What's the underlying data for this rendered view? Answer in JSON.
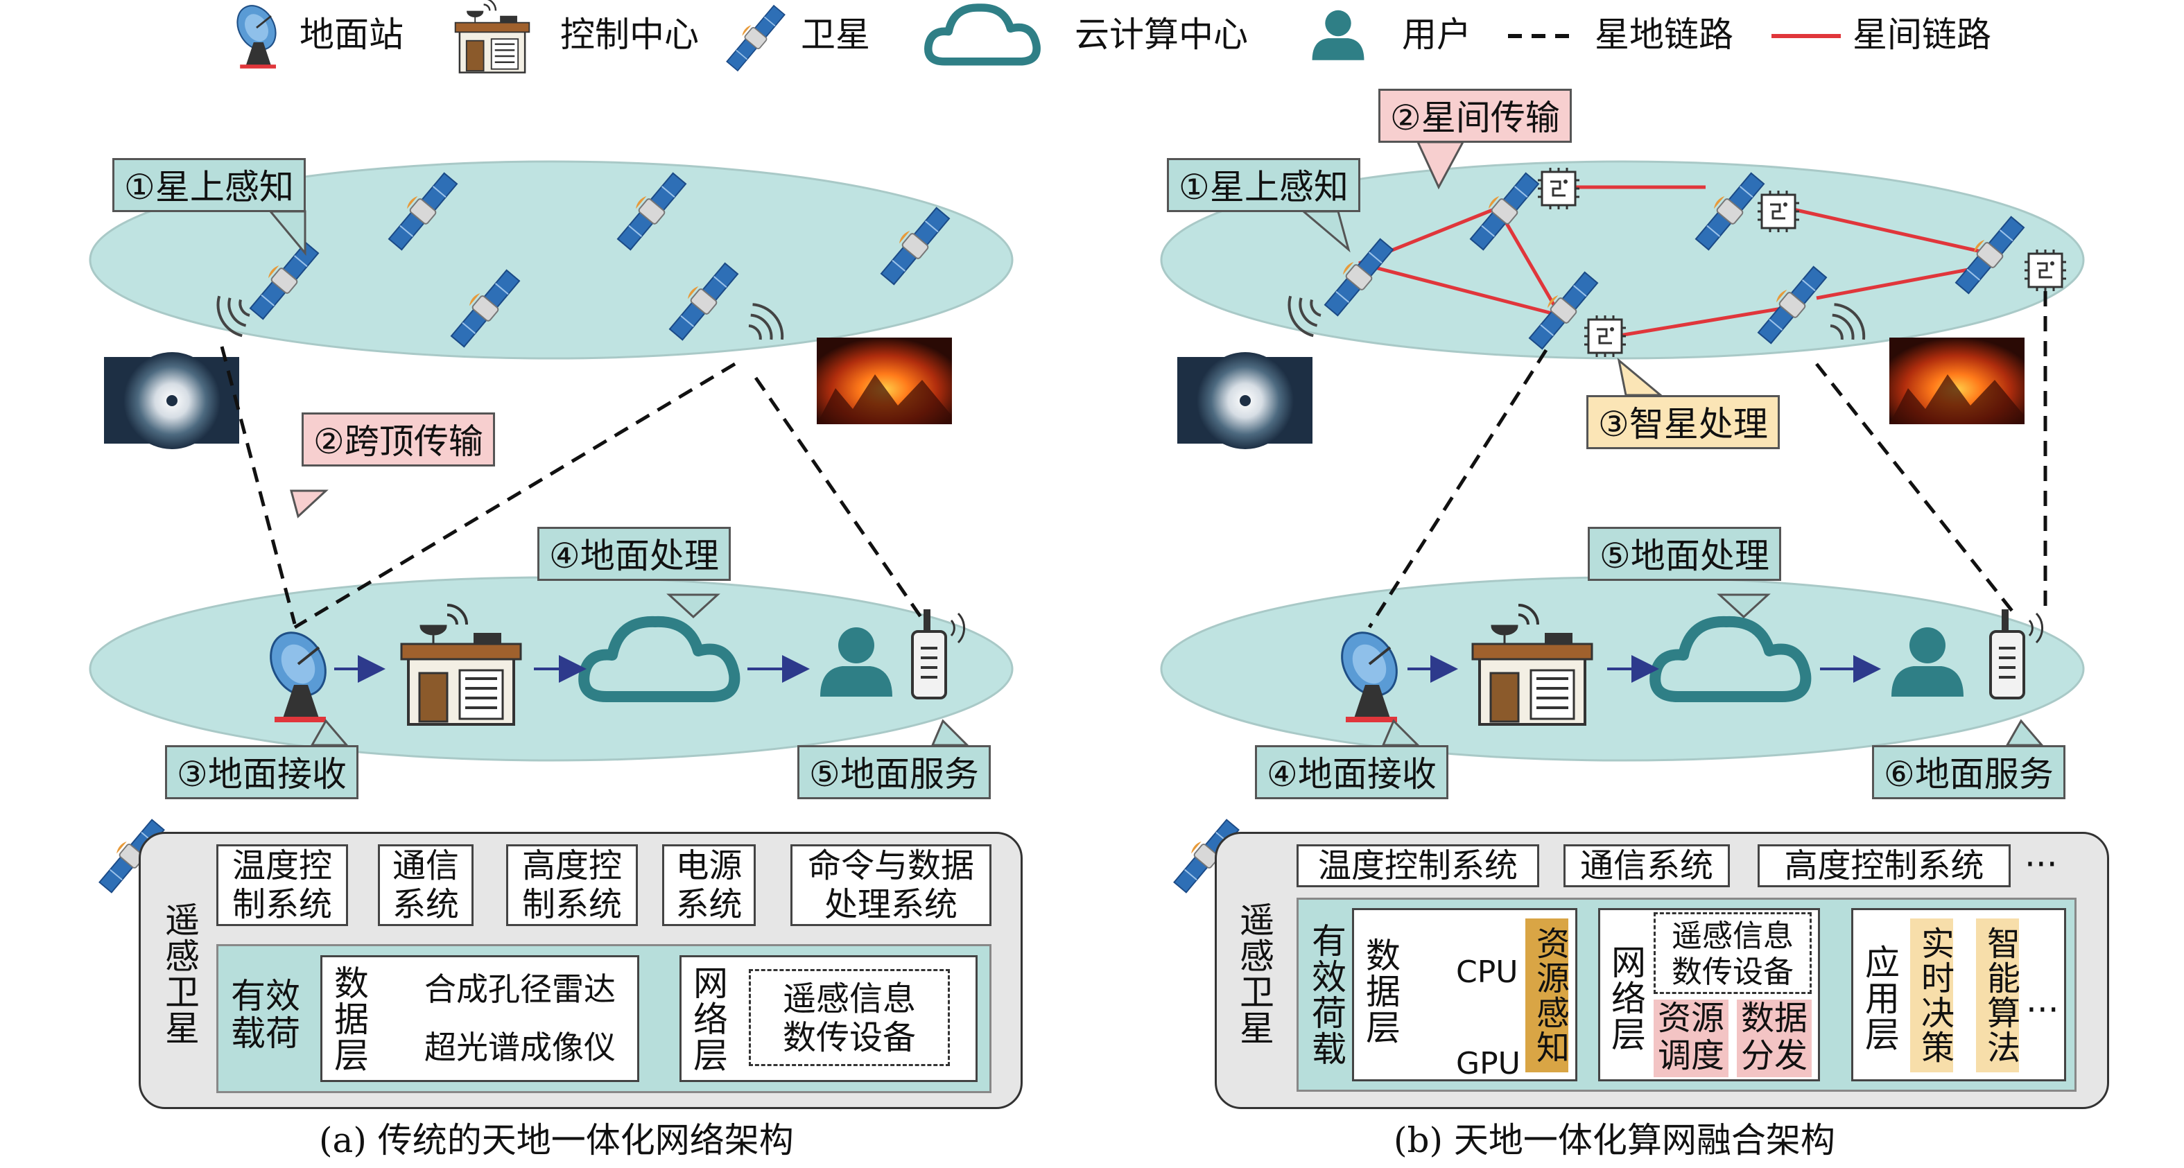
{
  "legend": {
    "ground_station": "地面站",
    "control_center": "控制中心",
    "satellite": "卫星",
    "cloud_center": "云计算中心",
    "user": "用户",
    "sat_ground_link": "星地链路",
    "inter_sat_link": "星间链路"
  },
  "colors": {
    "ellipse": "#bfe3e1",
    "teal_callout": "#b7dedb",
    "pink_callout": "#f7cfcf",
    "yellow_callout": "#fbe5b6",
    "link_red": "#e0363b",
    "icon_blue": "#2e6fb6",
    "icon_teal": "#2f7f86",
    "icon_orange": "#e79a3a"
  },
  "left": {
    "step1": "①星上感知",
    "step2": "②跨顶传输",
    "step3": "③地面接收",
    "step4": "④地面处理",
    "step5": "⑤地面服务",
    "sat_label": "遥感卫星",
    "systems": [
      "温度控\n制系统",
      "通信\n系统",
      "高度控\n制系统",
      "电源\n系统",
      "命令与数据\n处理系统"
    ],
    "payload_label": "有效\n载荷",
    "data_layer": "数据层",
    "sar": "合成孔径雷达",
    "hyperspectral": "超光谱成像仪",
    "network_layer": "网络层",
    "transmitter": "遥感信息\n数传设备",
    "caption": "(a) 传统的天地一体化网络架构"
  },
  "right": {
    "step1": "①星上感知",
    "step2": "②星间传输",
    "step3": "③智星处理",
    "step4": "④地面接收",
    "step5": "⑤地面处理",
    "step6": "⑥地面服务",
    "sat_label": "遥感卫星",
    "systems": [
      "温度控制系统",
      "通信系统",
      "高度控制系统"
    ],
    "ellipsis": "···",
    "payload_label": "有效荷载",
    "data_layer": "数据层",
    "cpu": "CPU",
    "gpu": "GPU",
    "resource_sense": "资源感知",
    "network_layer": "网络层",
    "transmitter": "遥感信息\n数传设备",
    "resource_schedule": "资源\n调度",
    "data_distribute": "数据\n分发",
    "app_layer": "应用层",
    "realtime": "实时决策",
    "smart_alg": "智能算法",
    "ellipsis2": "···",
    "caption": "(b) 天地一体化算网融合架构"
  }
}
